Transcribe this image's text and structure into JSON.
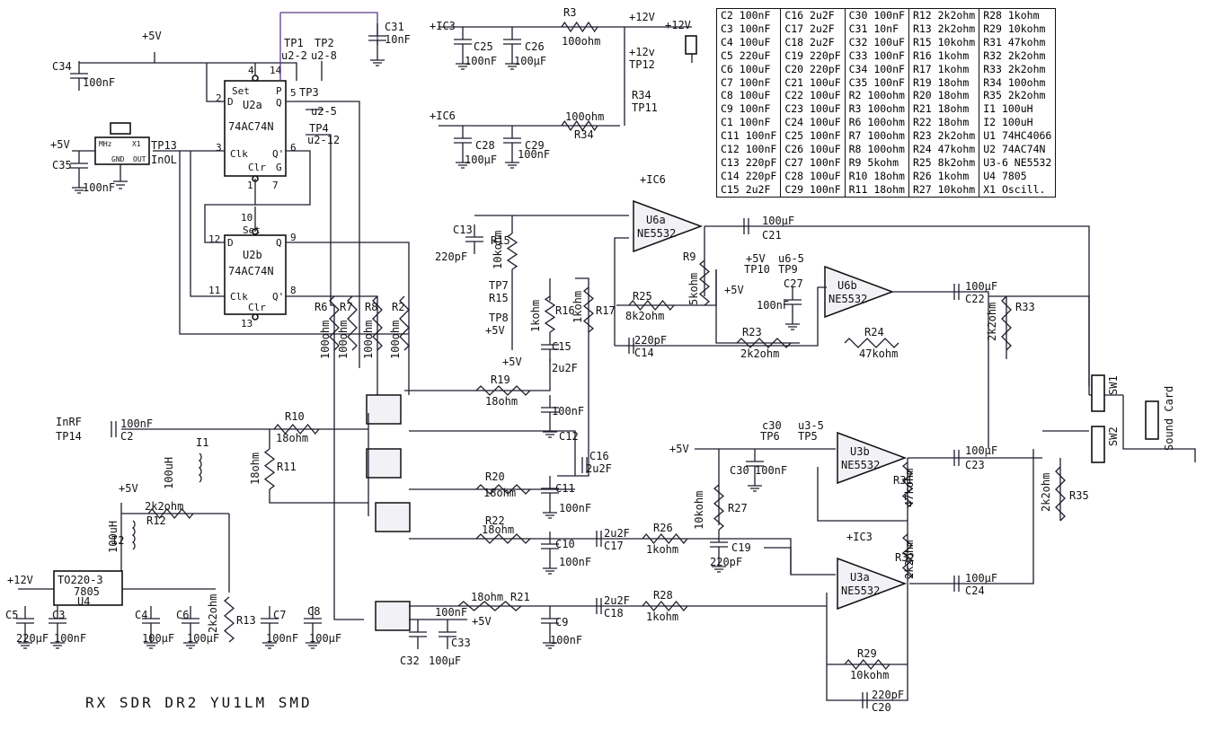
{
  "title": "RX SDR DR2 YU1LM SMD",
  "bom_columns": [
    [
      "C2 100nF",
      "C3 100nF",
      "C4 100uF",
      "C5 220uF",
      "C6 100uF",
      "C7 100nF",
      "C8 100uF",
      "C9 100nF",
      "C1 100nF",
      "C11 100nF",
      "C12 100nF",
      "C13 220pF",
      "C14 220pF",
      "C15 2u2F"
    ],
    [
      "C16 2u2F",
      "C17 2u2F",
      "C18 2u2F",
      "C19 220pF",
      "C20 220pF",
      "C21 100uF",
      "C22 100uF",
      "C23 100uF",
      "C24 100uF",
      "C25 100nF",
      "C26 100uF",
      "C27 100nF",
      "C28 100uF",
      "C29 100nF"
    ],
    [
      "C30 100nF",
      "C31 10nF",
      "C32 100uF",
      "C33 100nF",
      "C34 100nF",
      "C35 100nF",
      "R2 100ohm",
      "R3 100ohm",
      "R6 100ohm",
      "R7 100ohm",
      "R8 100ohm",
      "R9 5kohm",
      "R10 18ohm",
      "R11 18ohm"
    ],
    [
      "R12 2k2ohm",
      "R13 2k2ohm",
      "R15 10kohm",
      "R16 1kohm",
      "R17 1kohm",
      "R19 18ohm",
      "R20 18ohm",
      "R21 18ohm",
      "R22 18ohm",
      "R23 2k2ohm",
      "R24 47kohm",
      "R25 8k2ohm",
      "R26 1kohm",
      "R27 10kohm"
    ],
    [
      "R28 1kohm",
      "R29 10kohm",
      "R31 47kohm",
      "R32 2k2ohm",
      "R33 2k2ohm",
      "R34 100ohm",
      "R35 2k2ohm",
      "I1 100uH",
      "I2 100uH",
      "U1 74HC4066",
      "U2 74AC74N",
      "U3-6 NE5532",
      "U4 7805",
      "X1 Oscill."
    ]
  ],
  "labels": {
    "p5v": "+5V",
    "p12v": "+12V",
    "pic3": "+IC3",
    "pic6": "+IC6",
    "p12v_small": "+12v",
    "tp1": "TP1",
    "tp2": "TP2",
    "tp3": "TP3",
    "tp4": "TP4",
    "tp5": "TP5",
    "tp6": "TP6",
    "tp7": "TP7",
    "tp8": "TP8",
    "tp9": "TP9",
    "tp10": "TP10",
    "tp11": "TP11",
    "tp12": "TP12",
    "tp13": "TP13",
    "tp14": "TP14",
    "u2_2": "u2-2",
    "u2_8": "u2-8",
    "u2_5": "u2-5",
    "u2_12": "u2-12",
    "u6_5": "u6-5",
    "u3_5": "u3-5",
    "c30_tp": "c30",
    "inol": "InOL",
    "inrf": "InRF",
    "u2a": "U2a",
    "u2b": "U2b",
    "u2a_part": "74AC74N",
    "u2b_part": "74AC74N",
    "u6a": "U6a",
    "u6b": "U6b",
    "u3a": "U3a",
    "u3b": "U3b",
    "ne": "NE5532",
    "u4_pkg": "TO220-3",
    "u4_part": "7805",
    "u4": "U4",
    "osc_mhz": "MHz",
    "osc_gnd": "GND",
    "osc_out": "OUT",
    "osc_x1": "X1",
    "set": "Set",
    "clr": "Clr",
    "clk": "Clk",
    "d": "D",
    "q": "Q",
    "qn": "Q'",
    "p": "P",
    "g": "G",
    "sw1": "SW1",
    "sw2": "SW2",
    "sound_card": "Sound Card",
    "r15_tp": "R15"
  },
  "components": {
    "C2": [
      "C2",
      "100nF"
    ],
    "C3": [
      "C3",
      "100nF"
    ],
    "C4": [
      "C4",
      "100µF"
    ],
    "C5": [
      "C5",
      "220µF"
    ],
    "C6": [
      "C6",
      "100µF"
    ],
    "C7": [
      "C7",
      "100nF"
    ],
    "C8": [
      "C8",
      "100µF"
    ],
    "C9": [
      "C9",
      "100nF"
    ],
    "C10": [
      "C10",
      "100nF"
    ],
    "C11": [
      "C11",
      "100nF"
    ],
    "C12": [
      "C12",
      "100nF"
    ],
    "C13": [
      "C13",
      "220pF"
    ],
    "C14": [
      "C14",
      "220pF"
    ],
    "C15": [
      "C15",
      "2u2F"
    ],
    "C16": [
      "C16",
      "2u2F"
    ],
    "C17": [
      "C17",
      "2u2F"
    ],
    "C18": [
      "C18",
      "2u2F"
    ],
    "C19": [
      "C19",
      "220pF"
    ],
    "C20": [
      "C20",
      "220pF"
    ],
    "C21": [
      "C21",
      "100µF"
    ],
    "C22": [
      "C22",
      "100µF"
    ],
    "C23": [
      "C23",
      "100µF"
    ],
    "C24": [
      "C24",
      "100µF"
    ],
    "C25": [
      "C25",
      "100nF"
    ],
    "C26": [
      "C26",
      "100µF"
    ],
    "C27": [
      "C27",
      "100nF"
    ],
    "C28": [
      "C28",
      "100µF"
    ],
    "C29": [
      "C29",
      "100nF"
    ],
    "C30": [
      "C30",
      "100nF"
    ],
    "C31": [
      "C31",
      "10nF"
    ],
    "C32": [
      "C32",
      "100µF"
    ],
    "C33": [
      "C33",
      "100nF"
    ],
    "C34": [
      "C34",
      "100nF"
    ],
    "C35": [
      "C35",
      "100nF"
    ],
    "R2": [
      "R2",
      "100ohm"
    ],
    "R3": [
      "R3",
      "100ohm"
    ],
    "R6": [
      "R6",
      "100ohm"
    ],
    "R7": [
      "R7",
      "100ohm"
    ],
    "R8": [
      "R8",
      "100ohm"
    ],
    "R9": [
      "R9",
      "5kohm"
    ],
    "R10": [
      "R10",
      "18ohm"
    ],
    "R11": [
      "R11",
      "18ohm"
    ],
    "R12": [
      "R12",
      "2k2ohm"
    ],
    "R13": [
      "R13",
      "2k2ohm"
    ],
    "R15": [
      "R15",
      "10kohm"
    ],
    "R16": [
      "R16",
      "1kohm"
    ],
    "R17": [
      "R17",
      "1kohm"
    ],
    "R19": [
      "R19",
      "18ohm"
    ],
    "R20": [
      "R20",
      "18ohm"
    ],
    "R21": [
      "R21",
      "18ohm"
    ],
    "R22": [
      "R22",
      "18ohm"
    ],
    "R23": [
      "R23",
      "2k2ohm"
    ],
    "R24": [
      "R24",
      "47kohm"
    ],
    "R25": [
      "R25",
      "8k2ohm"
    ],
    "R26": [
      "R26",
      "1kohm"
    ],
    "R27": [
      "R27",
      "10kohm"
    ],
    "R28": [
      "R28",
      "1kohm"
    ],
    "R29": [
      "R29",
      "10kohm"
    ],
    "R31": [
      "R31",
      "47kohm"
    ],
    "R32": [
      "R32",
      "2k2ohm"
    ],
    "R33": [
      "R33",
      "2k2ohm"
    ],
    "R34": [
      "R34",
      "100ohm"
    ],
    "R35": [
      "R35",
      "2k2ohm"
    ],
    "I1": [
      "I1",
      "100uH"
    ],
    "I2": [
      "I2",
      "100uH"
    ]
  }
}
